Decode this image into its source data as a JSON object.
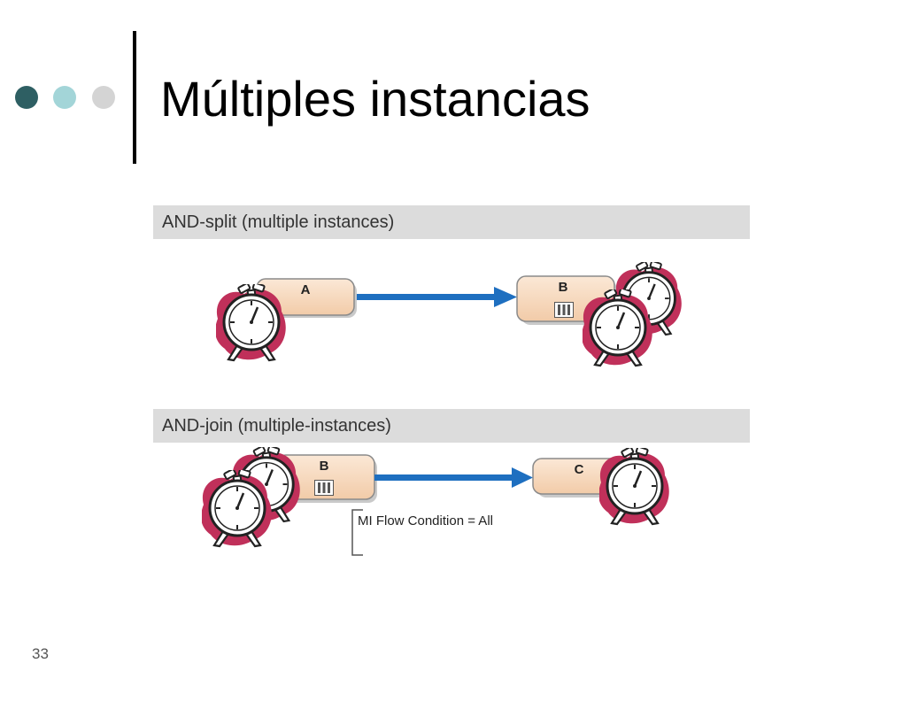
{
  "slide": {
    "title": "Múltiples instancias",
    "page_number": "33",
    "dot_colors": [
      "#2e5f63",
      "#a3d5d8",
      "#d4d4d4"
    ]
  },
  "sections": [
    {
      "heading": "AND-split (multiple instances)",
      "tasks": [
        "A",
        "B"
      ],
      "multi_instance_marker": "III"
    },
    {
      "heading": "AND-join (multiple-instances)",
      "tasks": [
        "B",
        "C"
      ],
      "multi_instance_marker": "III",
      "condition": "MI Flow Condition = All"
    }
  ],
  "colors": {
    "arrow": "#1e6fc0",
    "task_fill": "#f7dcc4",
    "task_stroke": "#8a8a8a",
    "timer_splash": "#c0305a",
    "band": "#dcdcdc"
  },
  "icons": [
    "stopwatch-icon",
    "multi-instance-marker-icon"
  ]
}
